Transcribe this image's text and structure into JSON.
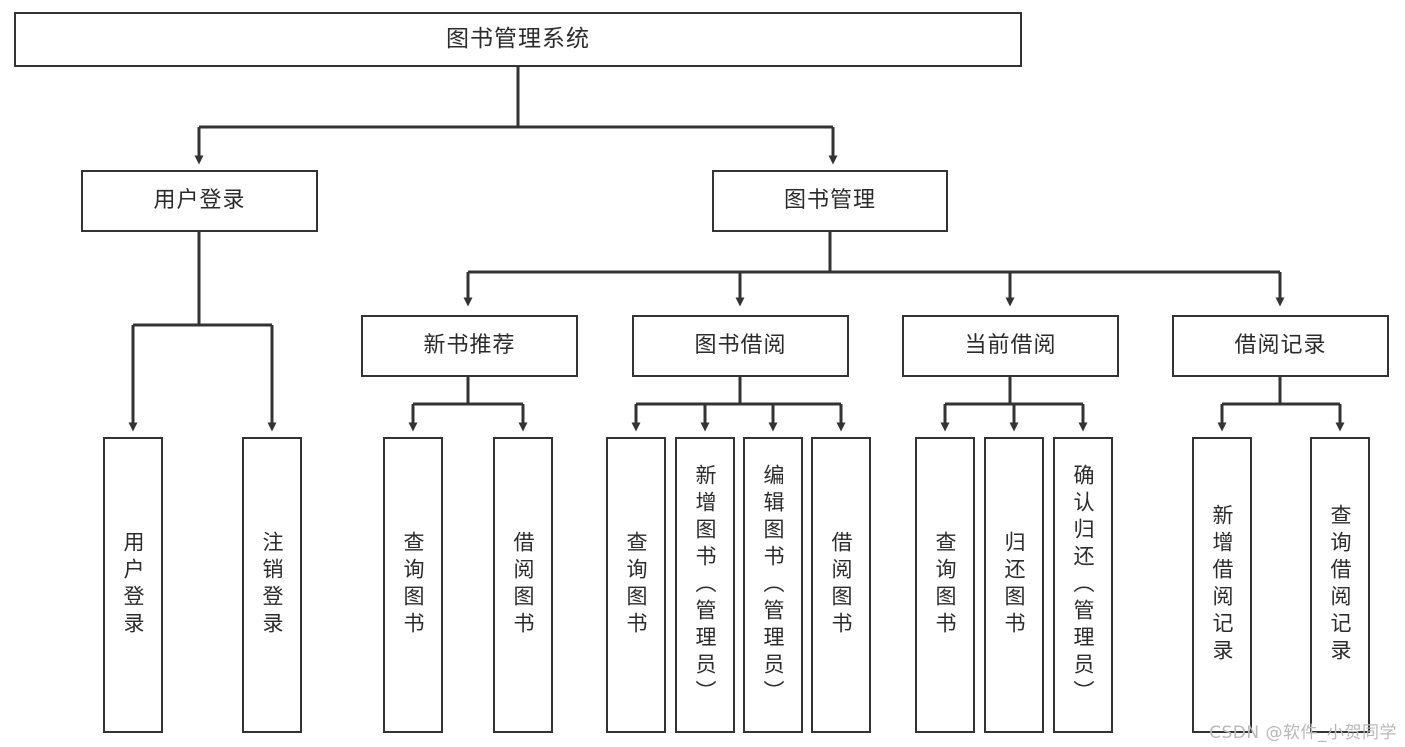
{
  "diagram": {
    "title": "图书管理系统",
    "type": "tree",
    "style": {
      "box_border_color": "#333333",
      "box_fill_color": "#ffffff",
      "edge_color": "#333333",
      "text_color": "#2b2b2b",
      "background": "#ffffff"
    },
    "nodes": {
      "root": {
        "label": "图书管理系统",
        "level": 1,
        "orientation": "horizontal"
      },
      "user_login": {
        "label": "用户登录",
        "level": 2,
        "orientation": "horizontal"
      },
      "book_manage": {
        "label": "图书管理",
        "level": 2,
        "orientation": "horizontal"
      },
      "new_book_rec": {
        "label": "新书推荐",
        "level": 3,
        "orientation": "horizontal"
      },
      "book_borrow": {
        "label": "图书借阅",
        "level": 3,
        "orientation": "horizontal"
      },
      "current_borrow": {
        "label": "当前借阅",
        "level": 3,
        "orientation": "horizontal"
      },
      "borrow_record": {
        "label": "借阅记录",
        "level": 3,
        "orientation": "horizontal"
      },
      "leaf_user_login": {
        "label": "用户登录",
        "level": 4,
        "orientation": "vertical"
      },
      "leaf_logout": {
        "label": "注销登录",
        "level": 4,
        "orientation": "vertical"
      },
      "leaf_query_book_1": {
        "label": "查询图书",
        "level": 4,
        "orientation": "vertical"
      },
      "leaf_borrow_book_1": {
        "label": "借阅图书",
        "level": 4,
        "orientation": "vertical"
      },
      "leaf_query_book_2": {
        "label": "查询图书",
        "level": 4,
        "orientation": "vertical"
      },
      "leaf_add_book": {
        "label": "新增图书（管理员）",
        "level": 4,
        "orientation": "vertical"
      },
      "leaf_edit_book": {
        "label": "编辑图书（管理员）",
        "level": 4,
        "orientation": "vertical"
      },
      "leaf_borrow_book_2": {
        "label": "借阅图书",
        "level": 4,
        "orientation": "vertical"
      },
      "leaf_query_book_3": {
        "label": "查询图书",
        "level": 4,
        "orientation": "vertical"
      },
      "leaf_return_book": {
        "label": "归还图书",
        "level": 4,
        "orientation": "vertical"
      },
      "leaf_confirm_return": {
        "label": "确认归还（管理员）",
        "level": 4,
        "orientation": "vertical"
      },
      "leaf_add_record": {
        "label": "新增借阅记录",
        "level": 4,
        "orientation": "vertical"
      },
      "leaf_query_record": {
        "label": "查询借阅记录",
        "level": 4,
        "orientation": "vertical"
      }
    },
    "edges": [
      {
        "from": "root",
        "to": "user_login"
      },
      {
        "from": "root",
        "to": "book_manage"
      },
      {
        "from": "user_login",
        "to": "leaf_user_login"
      },
      {
        "from": "user_login",
        "to": "leaf_logout"
      },
      {
        "from": "book_manage",
        "to": "new_book_rec"
      },
      {
        "from": "book_manage",
        "to": "book_borrow"
      },
      {
        "from": "book_manage",
        "to": "current_borrow"
      },
      {
        "from": "book_manage",
        "to": "borrow_record"
      },
      {
        "from": "new_book_rec",
        "to": "leaf_query_book_1"
      },
      {
        "from": "new_book_rec",
        "to": "leaf_borrow_book_1"
      },
      {
        "from": "book_borrow",
        "to": "leaf_query_book_2"
      },
      {
        "from": "book_borrow",
        "to": "leaf_add_book"
      },
      {
        "from": "book_borrow",
        "to": "leaf_edit_book"
      },
      {
        "from": "book_borrow",
        "to": "leaf_borrow_book_2"
      },
      {
        "from": "current_borrow",
        "to": "leaf_query_book_3"
      },
      {
        "from": "current_borrow",
        "to": "leaf_return_book"
      },
      {
        "from": "current_borrow",
        "to": "leaf_confirm_return"
      },
      {
        "from": "borrow_record",
        "to": "leaf_add_record"
      },
      {
        "from": "borrow_record",
        "to": "leaf_query_record"
      }
    ]
  },
  "watermark": {
    "text": "CSDN @软件_小贺同学"
  }
}
